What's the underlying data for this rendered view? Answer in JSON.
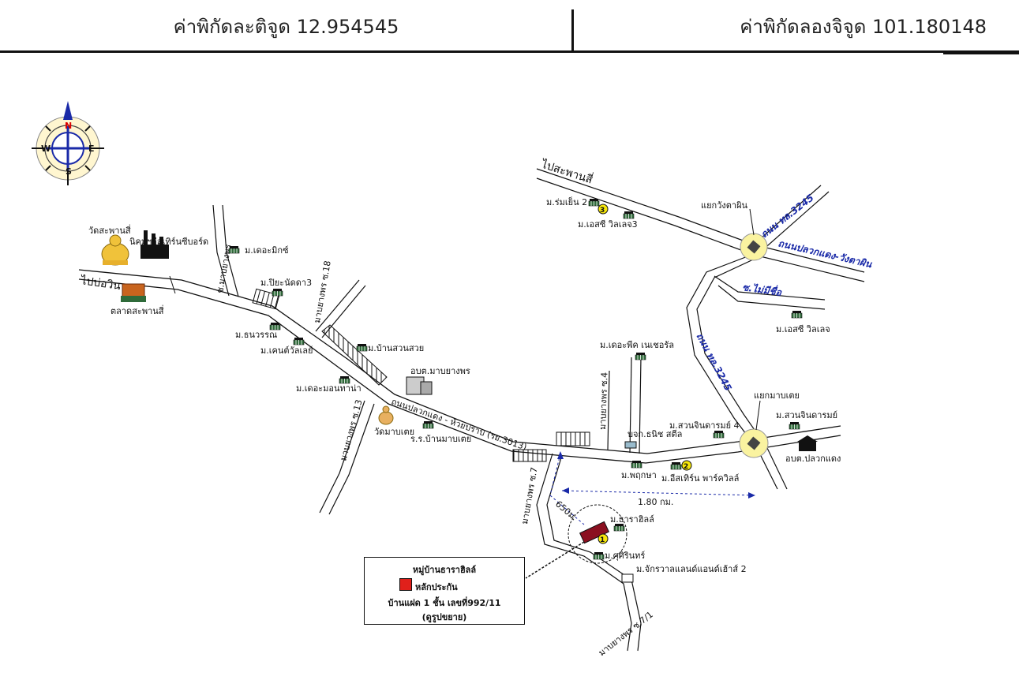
{
  "header": {
    "latitude_label": "ค่าพิกัดละติจูด 12.954545",
    "longitude_label": "ค่าพิกัดลองจิจูด 101.180148"
  },
  "compass": {
    "n": "N",
    "s": "S",
    "e": "E",
    "w": "W"
  },
  "places": {
    "wat_sapansi": "วัดสะพานสี่",
    "estate_eastern_seaboard": "นิคมฯอีสเทิร์นซีบอร์ด",
    "to_bowin": "ไปบ่อวิน",
    "talat_sapansi": "ตลาดสะพานสี่",
    "the_mix": "ม.เดอะมิกซ์",
    "piyanat3": "ม.ปิยะนัดดา3",
    "thanawan": "ม.ธนวรรณ",
    "kent_valley": "ม.เคนต์วัลเลย์",
    "ban_suan_suay": "ม.บ้านสวนสวย",
    "abt_mabyangporn": "อบต.มาบยางพร",
    "the_mountain": "ม.เดอะมอนทาน่า",
    "wat_mabtoei": "วัดมาบเตย",
    "rr_ban_mabtoei": "ร.ร.บ้านมาบเตย",
    "to_sapansi": "ไปสะพานสี่",
    "romyen2": "ม.ร่มเย็น 2",
    "esc_village3": "ม.เอสซี วิลเลจ3",
    "yaek_wangtaphin": "แยกวังตาผิน",
    "esc_village": "ม.เอสซี วิลเลจ",
    "the_peak": "ม.เดอะพีค เนเชอรัล",
    "bkj_tanit": "บจก.ธนิช สตีล",
    "yaek_mabtoei": "แยกมาบเตย",
    "suan_jindarom4": "ม.สวนจินดารมย์ 4",
    "suan_jindarom": "ม.สวนจินดารมย์",
    "abt_pluak_daeng": "อบต.ปลวกแดง",
    "pruksa": "ม.พฤกษา",
    "eastern_park_ville": "ม.อีสเทิร์น พาร์ควิลล์",
    "tara_hill": "ม.ธาราฮิลล์",
    "sirin": "ม.ศุศิรินทร์",
    "jakrawan": "ม.จักรวาลแลนด์แอนด์เฮ้าส์ 2"
  },
  "roads": {
    "s_mabyangporn": "ซ.มาบยางพร",
    "mabyangporn18": "มาบยางพร ซ.18",
    "mabyangporn13": "มาบยางพร ซ.13",
    "mabyangporn4": "มาบยางพร ซ.4",
    "mabyangporn7": "มาบยางพร ซ.7",
    "mabyangporn7_1": "มาบยางพร ซ.7/1",
    "main_road": "ถนนปลวกแดง - ห้วยปราบ (รย.3013)",
    "hwy3245_top": "ถนน ทล.3245",
    "hwy3245_right": "ถนน ทล.3245",
    "pluak_wang": "ถนนปลวกแดง-วังตาผิน",
    "s_maimeechue": "ซ.ไม่มีชื่อ"
  },
  "markers": {
    "m1": "1",
    "m2": "2",
    "m3": "3"
  },
  "distances": {
    "d650": "650ม.",
    "d180": "1.80 กม."
  },
  "legend": {
    "title": "หมู่บ้านธาราฮิลล์",
    "item": "หลักประกัน",
    "desc": "บ้านแฝด 1 ชั้น เลขที่992/11",
    "note": "(ดูรูปขยาย)"
  },
  "colors": {
    "highway_label": "#1a2aa8",
    "collateral": "#e0201b",
    "marker": "#f5e60a",
    "junction": "#faf3a0"
  }
}
